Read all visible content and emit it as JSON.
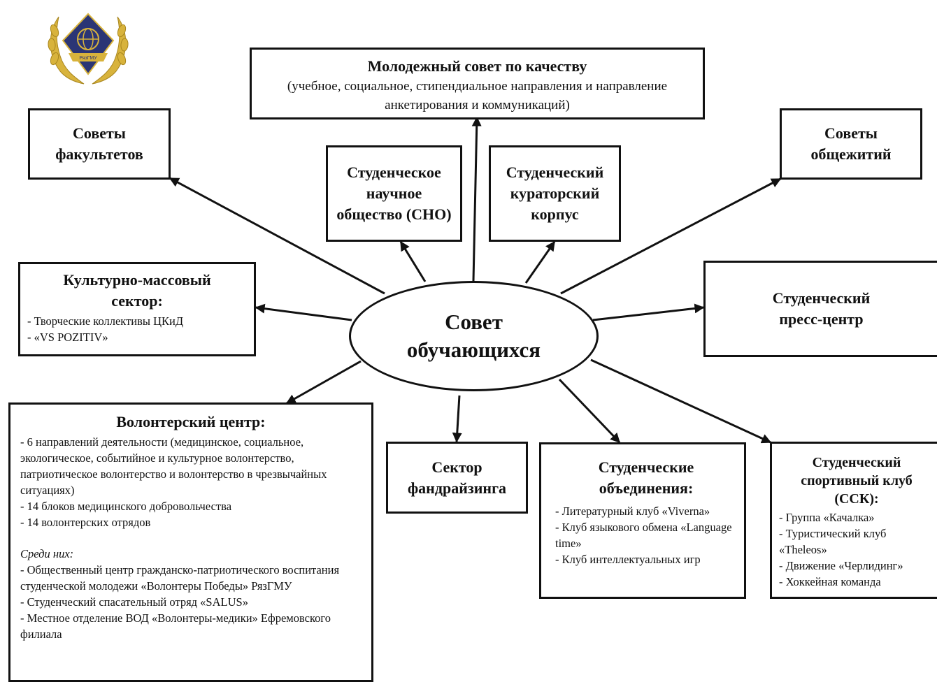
{
  "center": {
    "label": "Совет обучающихся"
  },
  "logo": {
    "text": "РязГМУ",
    "colors": {
      "gold": "#d8b33c",
      "navy": "#2b3575"
    }
  },
  "nodes": {
    "youth_council": {
      "title": "Молодежный совет по качеству",
      "subtitle": "(учебное, социальное, стипендиальное направления и направление анкетирования и коммуникаций)"
    },
    "faculty_councils": {
      "title": "Советы факультетов"
    },
    "sno": {
      "title": "Студенческое научное общество (СНО)"
    },
    "curator_corps": {
      "title": "Студенческий кураторский корпус"
    },
    "dorm_councils": {
      "title": "Советы общежитий"
    },
    "culture_sector": {
      "title": "Культурно-массовый сектор:",
      "items": [
        "- Творческие коллективы ЦКиД",
        "- «VS POZITIV»"
      ]
    },
    "press_center": {
      "title": "Студенческий пресс-центр"
    },
    "volunteer_center": {
      "title": "Волонтерский центр:",
      "items": [
        "- 6 направлений деятельности (медицинское, социальное, экологическое, событийное и культурное волонтерство, патриотическое волонтерство и волонтерство в чрезвычайных ситуациях)",
        "- 14 блоков медицинского добровольчества",
        "- 14 волонтерских отрядов"
      ],
      "note": "Среди них:",
      "items2": [
        "- Общественный центр гражданско-патриотического воспитания студенческой молодежи «Волонтеры Победы» РязГМУ",
        "- Студенческий спасательный отряд «SALUS»",
        "- Местное отделение ВОД «Волонтеры-медики» Ефремовского филиала"
      ]
    },
    "fundraising": {
      "title": "Сектор фандрайзинга"
    },
    "associations": {
      "title": "Студенческие объединения:",
      "items": [
        "- Литературный клуб «Viverna»",
        "- Клуб языкового обмена «Language time»",
        "- Клуб интеллектуальных игр"
      ]
    },
    "sport_club": {
      "title": "Студенческий спортивный клуб (ССК):",
      "items": [
        "- Группа «Качалка»",
        "- Туристический клуб «Theleos»",
        "- Движение «Черлидинг»",
        "- Хоккейная команда"
      ]
    }
  }
}
